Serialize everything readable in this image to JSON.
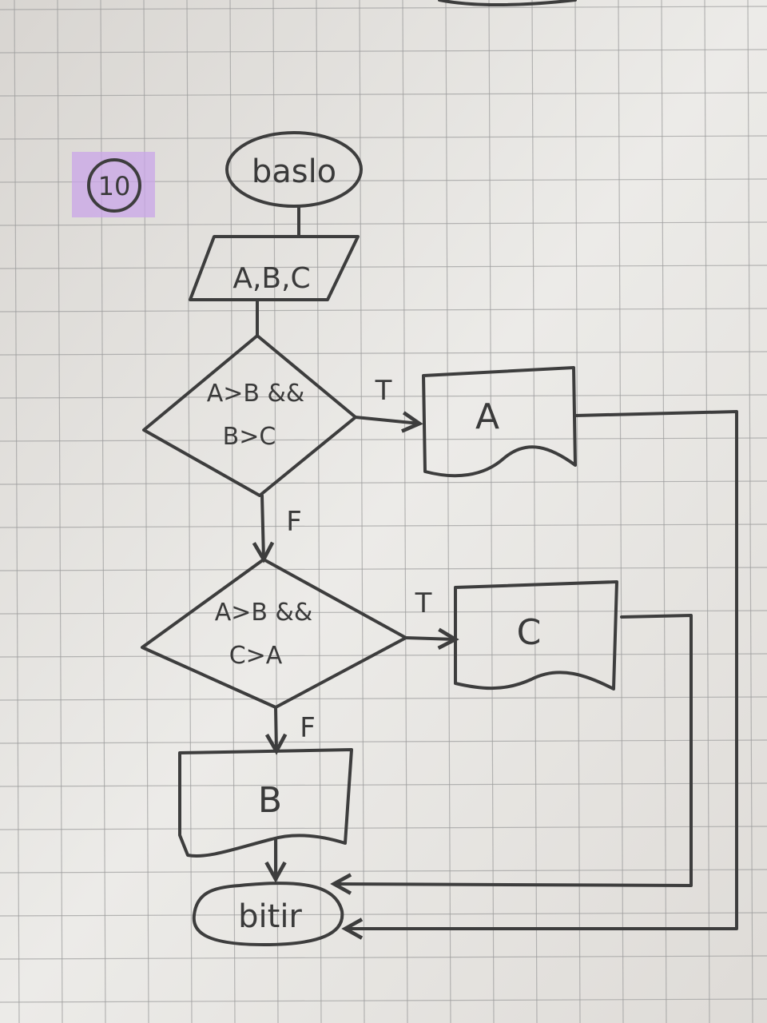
{
  "page_number": "10",
  "colors": {
    "paper": "#e8e6e3",
    "grid": "#9d9d9d",
    "pencil": "#3d3d3d",
    "highlight": "#c9a6e8"
  },
  "flowchart": {
    "start": "baslo",
    "input": "A,B,C",
    "decision1": {
      "line1": "A>B &&",
      "line2": "B>C"
    },
    "decision1_true_label": "T",
    "decision1_false_label": "F",
    "output_a": "A",
    "decision2": {
      "line1": "A>B &&",
      "line2": "C>A"
    },
    "decision2_true_label": "T",
    "decision2_false_label": "F",
    "output_c": "C",
    "output_b": "B",
    "end": "bitir"
  }
}
